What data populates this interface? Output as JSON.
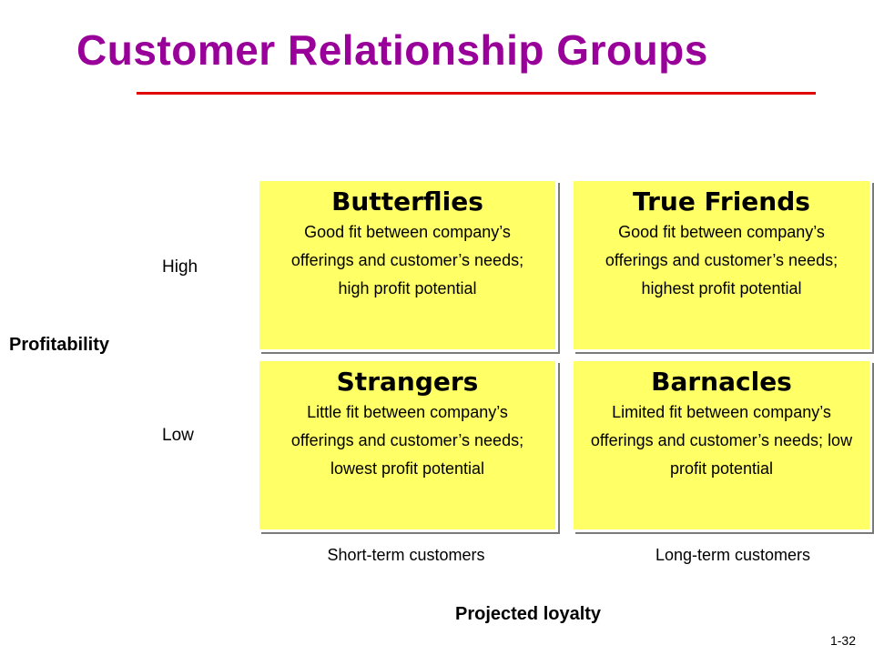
{
  "title": "Customer Relationship Groups",
  "y_axis": {
    "label": "Profitability",
    "high": "High",
    "low": "Low"
  },
  "x_axis": {
    "label": "Projected loyalty",
    "short": "Short-term customers",
    "long": "Long-term customers"
  },
  "quadrants": {
    "butterflies": {
      "title": "Butterflies",
      "desc": "Good fit between company’s offerings and customer’s needs; high profit potential"
    },
    "true_friends": {
      "title": "True Friends",
      "desc": "Good fit between company’s offerings and customer’s needs; highest profit potential"
    },
    "strangers": {
      "title": "Strangers",
      "desc": "Little fit between company’s offerings and customer’s needs; lowest profit potential"
    },
    "barnacles": {
      "title": "Barnacles",
      "desc": "Limited fit between company’s offerings and customer’s needs; low profit potential"
    }
  },
  "slide_number": "1-32",
  "colors": {
    "title": "#990099",
    "rule": "#e00000",
    "quadrant_fill": "#ffff66"
  }
}
